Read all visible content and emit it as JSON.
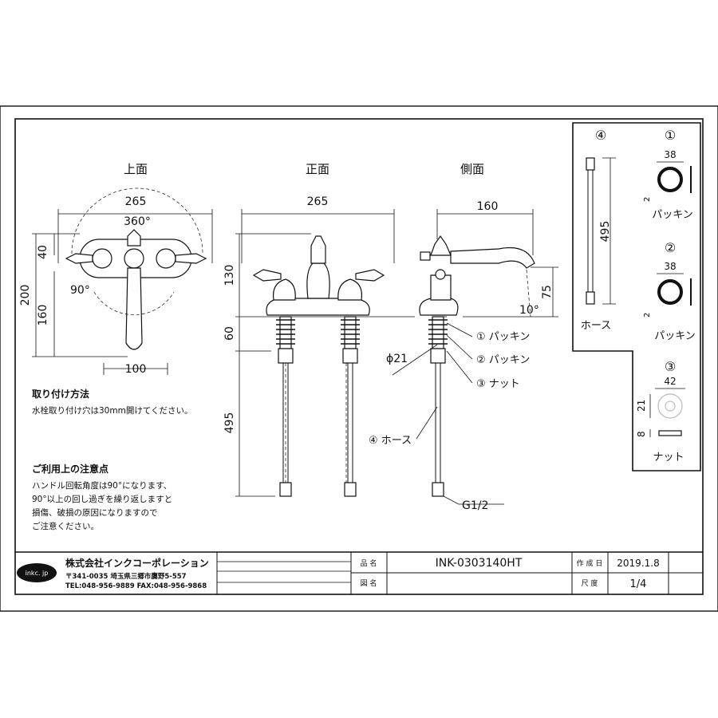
{
  "views": {
    "top": "上面",
    "front": "正面",
    "side": "側面"
  },
  "dimensions": {
    "top_width": "265",
    "top_rotation": "360°",
    "top_40": "40",
    "top_200": "200",
    "top_160": "160",
    "top_90": "90°",
    "top_100": "100",
    "front_width": "265",
    "front_130": "130",
    "front_60": "60",
    "front_495": "495",
    "side_160": "160",
    "side_75": "75",
    "side_10": "10°",
    "side_phi21": "ϕ21",
    "side_g12": "G1/2"
  },
  "callouts": {
    "c1": "① パッキン",
    "c2": "② パッキン",
    "c3": "③ ナット",
    "c4": "④ ホース"
  },
  "parts_panel": {
    "num4": "④",
    "num1": "①",
    "num2": "②",
    "num3": "③",
    "hose_len": "495",
    "hose_label": "ホース",
    "p1_dim": "38",
    "p1_thick": "2",
    "p1_label": "パッキン",
    "p2_dim": "38",
    "p2_thick": "2",
    "p2_label": "パッキン",
    "p3_dim": "42",
    "p3_h21": "21",
    "p3_h8": "8",
    "p3_label": "ナット"
  },
  "notes": {
    "install_title": "取り付け方法",
    "install_text": "水栓取り付け穴は30mm開けてください。",
    "caution_title": "ご利用上の注意点",
    "caution_lines": [
      "ハンドル回転角度は90°になります、",
      "90°以上の回し過ぎを繰り返しますと",
      "損傷、破損の原因になりますので",
      "ご注意ください。"
    ]
  },
  "title_block": {
    "logo": "inkc. jp",
    "company": "株式会社インクコーポレーション",
    "address": "〒341-0035 埼玉県三郷市鷹野5-557",
    "tel_fax": "TEL:048-956-9889  FAX:048-956-9868",
    "product_label": "品 名",
    "product_value": "INK-0303140HT",
    "drawing_label": "図 名",
    "drawing_value": "",
    "date_label": "作 成 日",
    "date_value": "2019.1.8",
    "scale_label": "尺 度",
    "scale_value": "1/4"
  }
}
